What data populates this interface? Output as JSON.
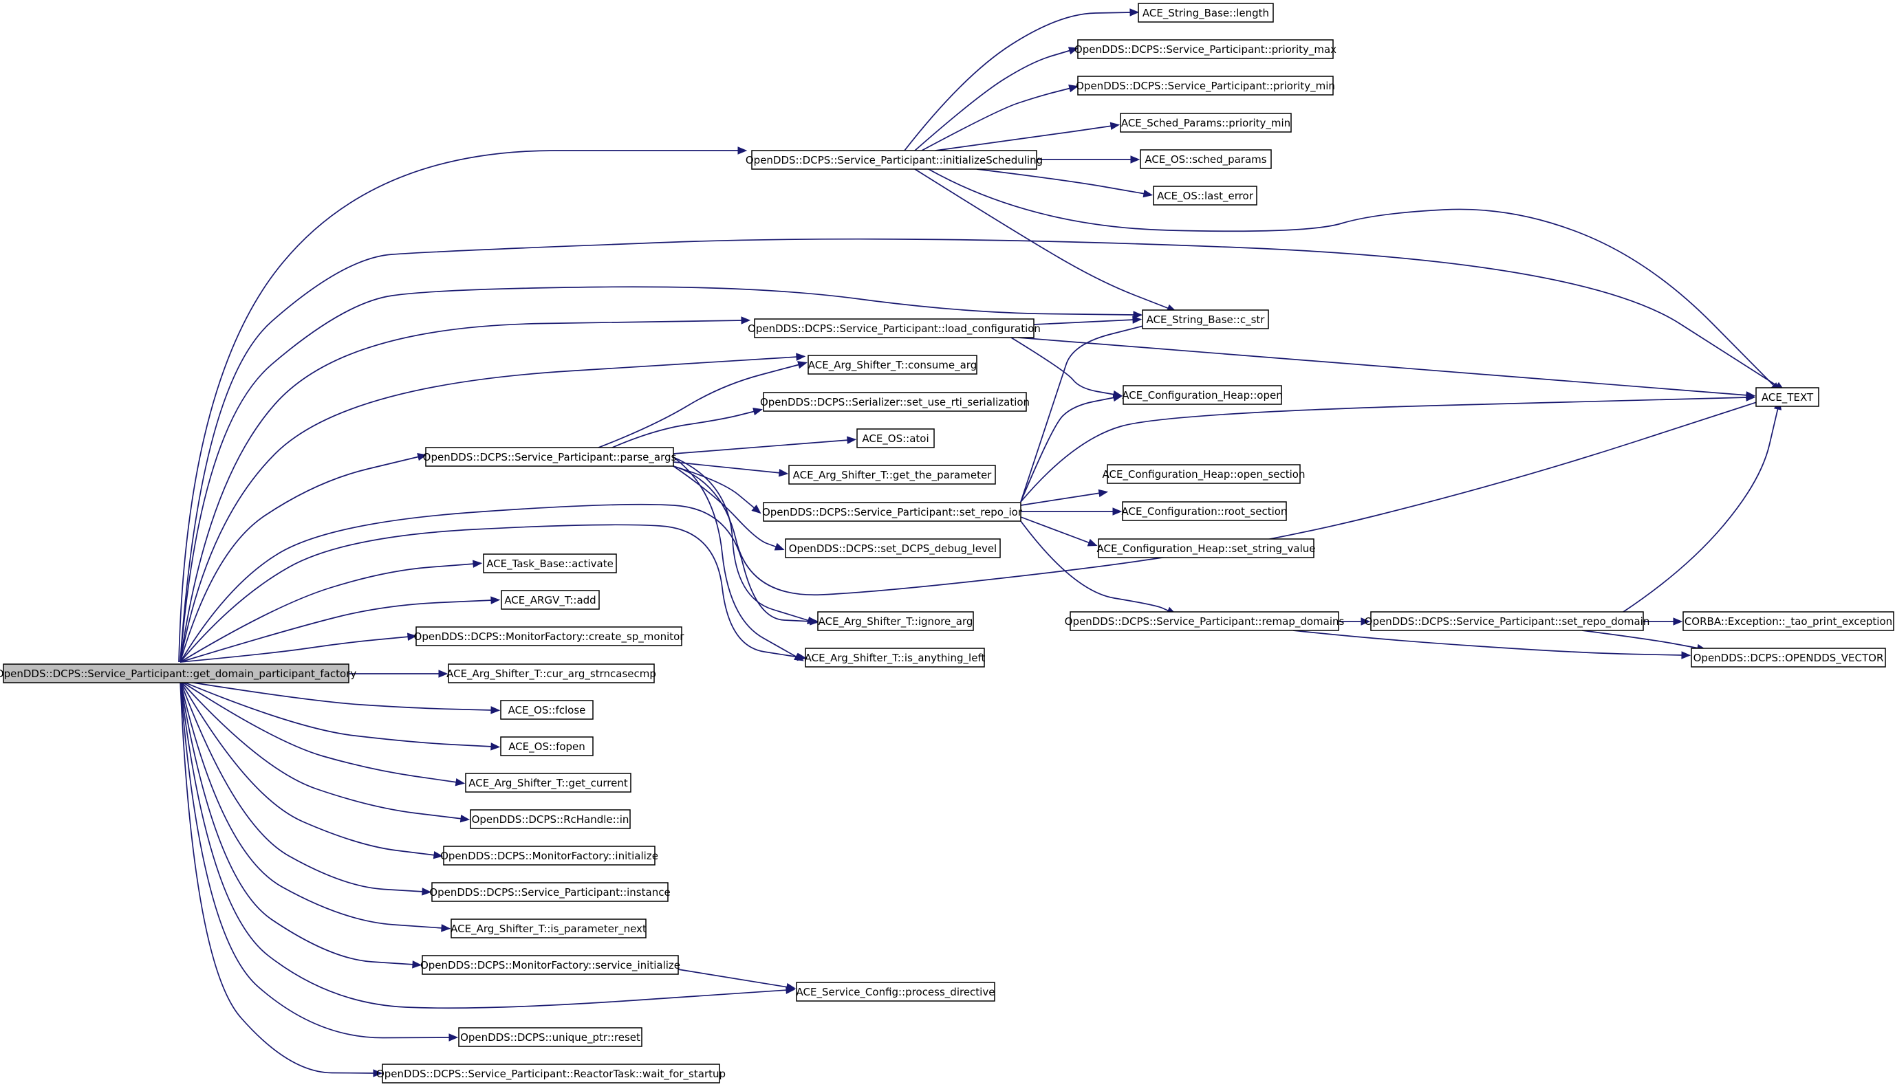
{
  "colors": {
    "edge": "#191970",
    "root_fill": "#bfbfbf",
    "node_fill": "#ffffff",
    "border": "#000000"
  },
  "nodes": [
    {
      "id": "root",
      "label": "OpenDDS::DCPS::Service_Participant::get_domain_participant_factory"
    },
    {
      "id": "n_init_sched",
      "label": "OpenDDS::DCPS::Service_Participant::initializeScheduling"
    },
    {
      "id": "n_load_conf",
      "label": "OpenDDS::DCPS::Service_Participant::load_configuration"
    },
    {
      "id": "n_parse_args",
      "label": "OpenDDS::DCPS::Service_Participant::parse_args"
    },
    {
      "id": "n_activate",
      "label": "ACE_Task_Base::activate"
    },
    {
      "id": "n_argv_add",
      "label": "ACE_ARGV_T::add"
    },
    {
      "id": "n_create_sp",
      "label": "OpenDDS::DCPS::MonitorFactory::create_sp_monitor"
    },
    {
      "id": "n_cur_arg",
      "label": "ACE_Arg_Shifter_T::cur_arg_strncasecmp"
    },
    {
      "id": "n_fclose",
      "label": "ACE_OS::fclose"
    },
    {
      "id": "n_fopen",
      "label": "ACE_OS::fopen"
    },
    {
      "id": "n_get_current",
      "label": "ACE_Arg_Shifter_T::get_current"
    },
    {
      "id": "n_rchandle_in",
      "label": "OpenDDS::DCPS::RcHandle::in"
    },
    {
      "id": "n_mf_initialize",
      "label": "OpenDDS::DCPS::MonitorFactory::initialize"
    },
    {
      "id": "n_sp_instance",
      "label": "OpenDDS::DCPS::Service_Participant::instance"
    },
    {
      "id": "n_is_param_next",
      "label": "ACE_Arg_Shifter_T::is_parameter_next"
    },
    {
      "id": "n_service_init",
      "label": "OpenDDS::DCPS::MonitorFactory::service_initialize"
    },
    {
      "id": "n_uptr_reset",
      "label": "OpenDDS::DCPS::unique_ptr::reset"
    },
    {
      "id": "n_wait_startup",
      "label": "OpenDDS::DCPS::Service_Participant::ReactorTask::wait_for_startup"
    },
    {
      "id": "n_str_length",
      "label": "ACE_String_Base::length"
    },
    {
      "id": "n_prio_max",
      "label": "OpenDDS::DCPS::Service_Participant::priority_max"
    },
    {
      "id": "n_prio_min",
      "label": "OpenDDS::DCPS::Service_Participant::priority_min"
    },
    {
      "id": "n_sched_prio_min",
      "label": "ACE_Sched_Params::priority_min"
    },
    {
      "id": "n_sched_params",
      "label": "ACE_OS::sched_params"
    },
    {
      "id": "n_last_error",
      "label": "ACE_OS::last_error"
    },
    {
      "id": "n_c_str",
      "label": "ACE_String_Base::c_str"
    },
    {
      "id": "n_consume_arg",
      "label": "ACE_Arg_Shifter_T::consume_arg"
    },
    {
      "id": "n_set_rti",
      "label": "OpenDDS::DCPS::Serializer::set_use_rti_serialization"
    },
    {
      "id": "n_atoi",
      "label": "ACE_OS::atoi"
    },
    {
      "id": "n_get_the_param",
      "label": "ACE_Arg_Shifter_T::get_the_parameter"
    },
    {
      "id": "n_set_repo_ior",
      "label": "OpenDDS::DCPS::Service_Participant::set_repo_ior"
    },
    {
      "id": "n_set_debug",
      "label": "OpenDDS::DCPS::set_DCPS_debug_level"
    },
    {
      "id": "n_ignore_arg",
      "label": "ACE_Arg_Shifter_T::ignore_arg"
    },
    {
      "id": "n_is_anything_left",
      "label": "ACE_Arg_Shifter_T::is_anything_left"
    },
    {
      "id": "n_process_dir",
      "label": "ACE_Service_Config::process_directive"
    },
    {
      "id": "n_ace_text",
      "label": "ACE_TEXT"
    },
    {
      "id": "n_conf_open",
      "label": "ACE_Configuration_Heap::open"
    },
    {
      "id": "n_open_section",
      "label": "ACE_Configuration_Heap::open_section"
    },
    {
      "id": "n_root_section",
      "label": "ACE_Configuration::root_section"
    },
    {
      "id": "n_set_string",
      "label": "ACE_Configuration_Heap::set_string_value"
    },
    {
      "id": "n_remap",
      "label": "OpenDDS::DCPS::Service_Participant::remap_domains"
    },
    {
      "id": "n_set_repo_dom",
      "label": "OpenDDS::DCPS::Service_Participant::set_repo_domain"
    },
    {
      "id": "n_tao_print",
      "label": "CORBA::Exception::_tao_print_exception"
    },
    {
      "id": "n_vector",
      "label": "OpenDDS::DCPS::OPENDDS_VECTOR"
    }
  ]
}
